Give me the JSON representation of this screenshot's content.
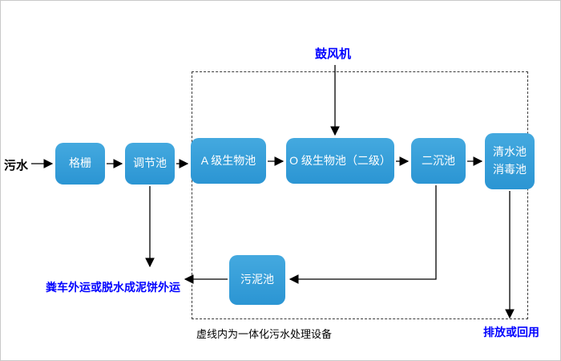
{
  "colors": {
    "node_fill": "#2f9cd9",
    "node_text": "#ffffff",
    "accent_text": "#0101ff",
    "plain_text": "#000000",
    "arrow": "#000000"
  },
  "nodes": {
    "sewage_inlet": "污水",
    "grid": "格栅",
    "regulating_tank": "调节池",
    "a_bio_tank": "A 级生物池",
    "o_bio_tank": "O 级生物池（二级）",
    "secondary_sedimentation_tank": "二沉池",
    "clear_water_tank_line1": "清水池",
    "clear_water_tank_line2": "消毒池",
    "sludge_tank": "污泥池"
  },
  "labels": {
    "blower": "鼓风机",
    "sludge_disposal": "粪车外运或脱水成泥饼外运",
    "boundary_note": "虚线内为一体化污水处理设备",
    "discharge": "排放或回用"
  }
}
